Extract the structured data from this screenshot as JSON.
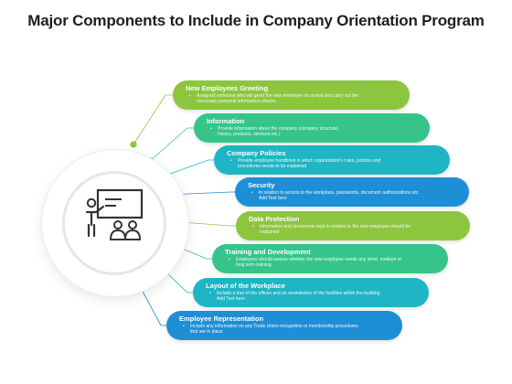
{
  "title": "Major Components to Include in Company Orientation Program",
  "hub": {
    "icon": "presentation-icon"
  },
  "items": [
    {
      "title": "New Employees Greeting",
      "lines": [
        "Assigned someone who will greet the new employee on arrival and carry out the",
        "necessary personal information checks"
      ],
      "color": "#8cc63f",
      "dot": "#8cc63f"
    },
    {
      "title": "Information",
      "lines": [
        "Provide information about the company (company structure,",
        "history, products, services etc.)"
      ],
      "color": "#36c48a",
      "dot": "#36c48a"
    },
    {
      "title": "Company Policies",
      "lines": [
        "Provide employee handbook in which organization's rules, policies and",
        "procedures needs to be explained"
      ],
      "color": "#1fb5c4",
      "dot": "#1fb5c4"
    },
    {
      "title": "Security",
      "lines": [
        "In relation to access to the workplace, passwords, document authorizations etc.",
        "Add Text here"
      ],
      "color": "#1e8fd6",
      "dot": "#1e8fd6"
    },
    {
      "title": "Data Protection",
      "lines": [
        "Information and documents kept in relation to the new employee should be",
        "explained"
      ],
      "color": "#8cc63f",
      "dot": "#8cc63f"
    },
    {
      "title": "Training and Development",
      "lines": [
        "Employers should assess whether the new employee needs any short, medium or",
        "long term training"
      ],
      "color": "#36c48a",
      "dot": "#36c48a"
    },
    {
      "title": "Layout of the Workplace",
      "lines": [
        "Include a tour of the offices and an assimilation of the facilities within the building",
        "Add Text here"
      ],
      "color": "#1fb5c4",
      "dot": "#1fb5c4"
    },
    {
      "title": "Employee Representation",
      "lines": [
        "Include any information on any Trade Union recognition or membership procedures",
        "that are in place"
      ],
      "color": "#1e8fd6",
      "dot": "#1e8fd6"
    }
  ]
}
